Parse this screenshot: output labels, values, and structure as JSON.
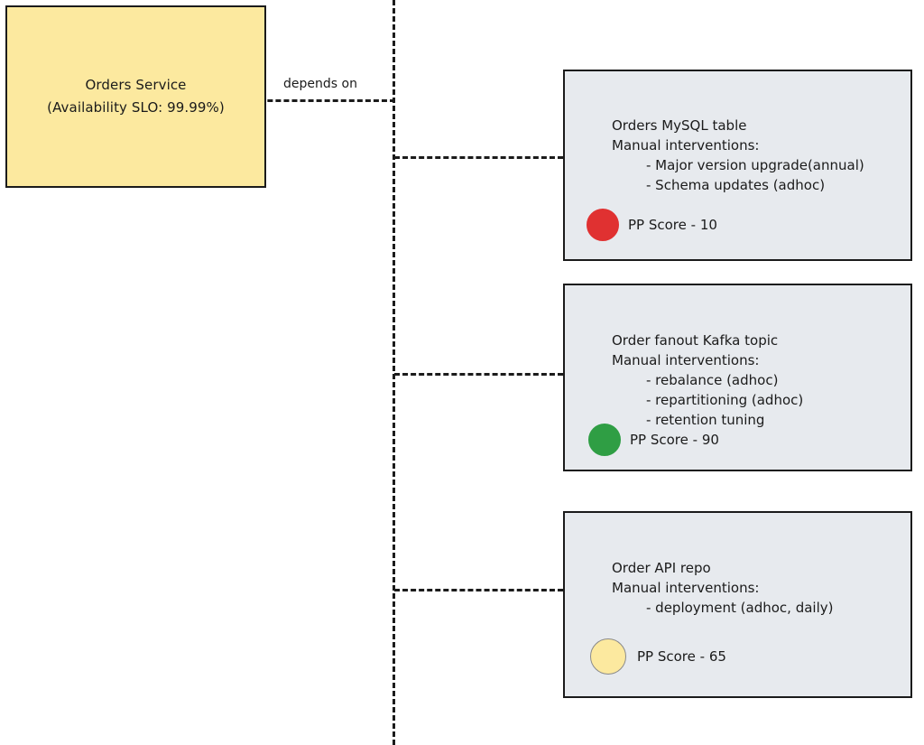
{
  "diagram": {
    "type": "dependency-diagram",
    "background": "#ffffff",
    "service": {
      "title": "Orders Service",
      "subtitle": "(Availability SLO: 99.99%)",
      "fill": "#FCE99F",
      "stroke": "#1b1b1b"
    },
    "edge": {
      "label": "depends on",
      "style": "dashed",
      "color": "#1b1b1b"
    },
    "resources": [
      {
        "id": "orders-mysql-table",
        "title": "Orders MySQL table",
        "subtitle": "Manual interventions:",
        "interventions": [
          "- Major version upgrade(annual)",
          "- Schema updates (adhoc)"
        ],
        "score_label": "PP Score - 10",
        "score_value": 10,
        "dot_color": "#E03131",
        "dot_border": "#E03131",
        "fill": "#E7EAEE",
        "stroke": "#1b1b1b"
      },
      {
        "id": "order-fanout-kafka-topic",
        "title": "Order fanout Kafka topic",
        "subtitle": "Manual interventions:",
        "interventions": [
          "- rebalance (adhoc)",
          "- repartitioning (adhoc)",
          "- retention tuning"
        ],
        "score_label": "PP Score - 90",
        "score_value": 90,
        "dot_color": "#2F9E44",
        "dot_border": "#2F9E44",
        "fill": "#E7EAEE",
        "stroke": "#1b1b1b"
      },
      {
        "id": "order-api-repo",
        "title": "Order API repo",
        "subtitle": "Manual interventions:",
        "interventions": [
          "- deployment (adhoc, daily)"
        ],
        "score_label": "PP Score - 65",
        "score_value": 65,
        "dot_color": "#FCE99F",
        "dot_border": "#8a8a8a",
        "fill": "#E7EAEE",
        "stroke": "#1b1b1b"
      }
    ]
  }
}
